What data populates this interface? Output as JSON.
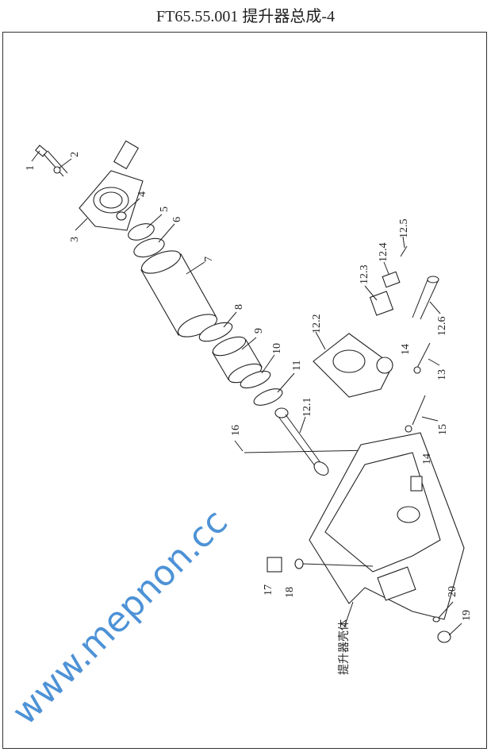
{
  "title": "FT65.55.001  提升器总成-4",
  "watermark": "www.mepnon.cc",
  "housing_label": "提升器壳体",
  "callouts": [
    "1",
    "2",
    "3",
    "4",
    "5",
    "6",
    "7",
    "8",
    "9",
    "10",
    "11",
    "12.1",
    "12.2",
    "12.3",
    "12.4",
    "12.5",
    "12.6",
    "13",
    "14",
    "14",
    "15",
    "16",
    "17",
    "18",
    "19",
    "20"
  ]
}
